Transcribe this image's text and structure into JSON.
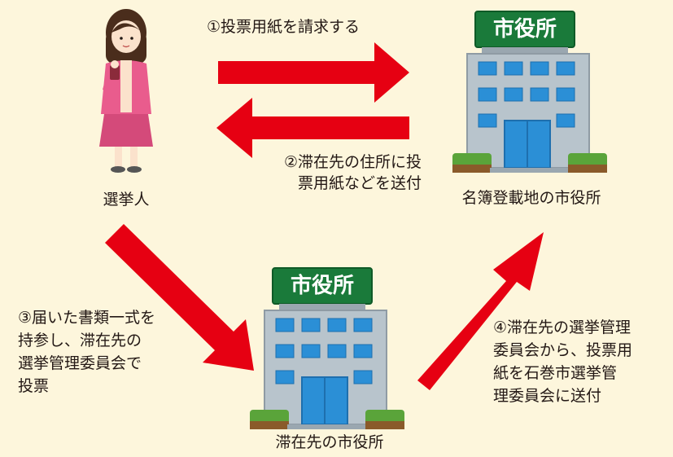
{
  "diagram": {
    "nodes": {
      "voter": {
        "label": "選挙人"
      },
      "home_office": {
        "label": "名簿登載地の市役所",
        "sign": "市役所"
      },
      "stay_office": {
        "label": "滞在先の市役所",
        "sign": "市役所"
      }
    },
    "steps": {
      "step1": "①投票用紙を請求する",
      "step2": "②滞在先の住所に投\n票用紙などを送付",
      "step3": "③届いた書類一式を\n持参し、滞在先の\n選挙管理委員会で\n投票",
      "step4": "④滞在先の選挙管理\n委員会から、投票用\n紙を石巻市選挙管\n理委員会に送付"
    }
  },
  "colors": {
    "background": "#fdf6dc",
    "arrow": "#e60012",
    "sign": "#1a7a3a",
    "building": "#b8c4cc",
    "window": "#2b8fd6"
  }
}
